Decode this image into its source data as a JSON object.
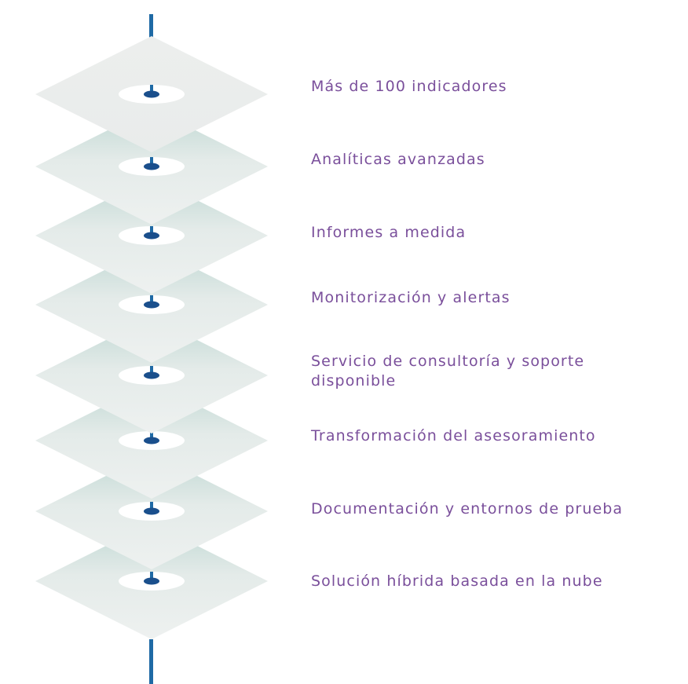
{
  "colors": {
    "label_text": "#7a4f9b",
    "pole": "#1f6aa5",
    "pole_dark": "#1a4f8c",
    "layer_light": "#ecefee",
    "layer_shade": "#bfd8d3",
    "hole": "#ffffff"
  },
  "layers": [
    {
      "label": "Más de 100 indicadores"
    },
    {
      "label": "Analíticas avanzadas"
    },
    {
      "label": "Informes a medida"
    },
    {
      "label": "Monitorización y alertas"
    },
    {
      "label": "Servicio de consultoría y soporte disponible"
    },
    {
      "label": "Transformación del asesoramiento"
    },
    {
      "label": "Documentación y entornos de prueba"
    },
    {
      "label": "Solución híbrida basada en la nube"
    }
  ]
}
